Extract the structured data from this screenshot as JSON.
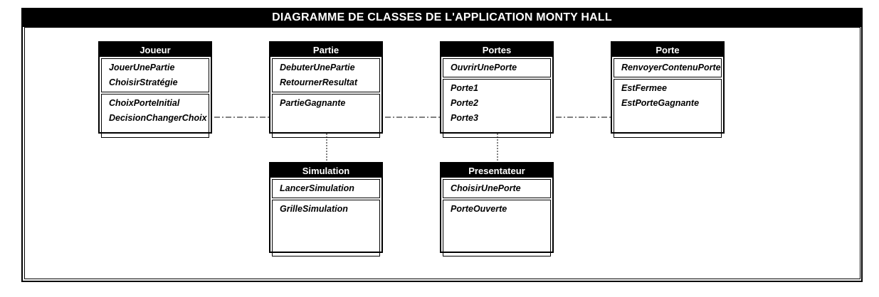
{
  "diagram": {
    "title": "DIAGRAMME DE CLASSES DE L'APPLICATION MONTY HALL",
    "classes": {
      "joueur": {
        "name": "Joueur",
        "methods": [
          "JouerUnePartie",
          "ChoisirStratégie"
        ],
        "attributes": [
          "ChoixPorteInitial",
          "DecisionChangerChoix"
        ]
      },
      "partie": {
        "name": "Partie",
        "methods": [
          "DebuterUnePartie",
          "RetournerResultat"
        ],
        "attributes": [
          "PartieGagnante"
        ]
      },
      "portes": {
        "name": "Portes",
        "methods": [
          "OuvrirUnePorte"
        ],
        "attributes": [
          "Porte1",
          "Porte2",
          "Porte3"
        ]
      },
      "porte": {
        "name": "Porte",
        "methods": [
          "RenvoyerContenuPorte"
        ],
        "attributes": [
          "EstFermee",
          "EstPorteGagnante"
        ]
      },
      "simulation": {
        "name": "Simulation",
        "methods": [
          "LancerSimulation"
        ],
        "attributes": [
          "GrilleSimulation"
        ]
      },
      "presentateur": {
        "name": "Presentateur",
        "methods": [
          "ChoisirUnePorte"
        ],
        "attributes": [
          "PorteOuverte"
        ]
      }
    }
  }
}
